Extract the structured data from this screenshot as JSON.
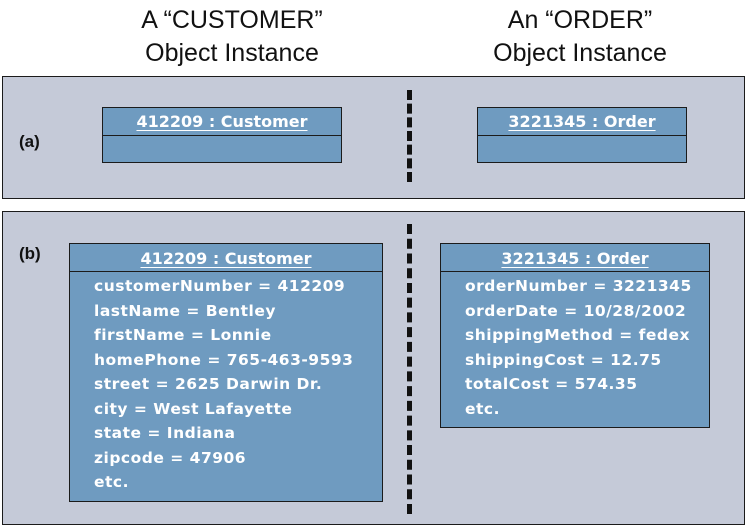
{
  "headers": {
    "left": {
      "line1": "A “CUSTOMER”",
      "line2": "Object Instance"
    },
    "right": {
      "line1": "An “ORDER”",
      "line2": "Object Instance"
    }
  },
  "panel_a": {
    "label": "(a)",
    "customer_title": "412209 : Customer",
    "order_title": "3221345 : Order"
  },
  "panel_b": {
    "label": "(b)",
    "customer": {
      "title": "412209 : Customer",
      "attributes": [
        "customerNumber = 412209",
        "lastName = Bentley",
        "firstName = Lonnie",
        "homePhone = 765-463-9593",
        "street = 2625 Darwin Dr.",
        "city = West Lafayette",
        "state = Indiana",
        "zipcode = 47906",
        "etc."
      ]
    },
    "order": {
      "title": "3221345 : Order",
      "attributes": [
        "orderNumber = 3221345",
        "orderDate = 10/28/2002",
        "shippingMethod = fedex",
        "shippingCost = 12.75",
        "totalCost = 574.35",
        "etc."
      ]
    }
  },
  "colors": {
    "panel_bg": "#c5cad8",
    "object_fill": "#6f9bc0",
    "object_text": "#ffffff",
    "border": "#1b1b1b"
  }
}
